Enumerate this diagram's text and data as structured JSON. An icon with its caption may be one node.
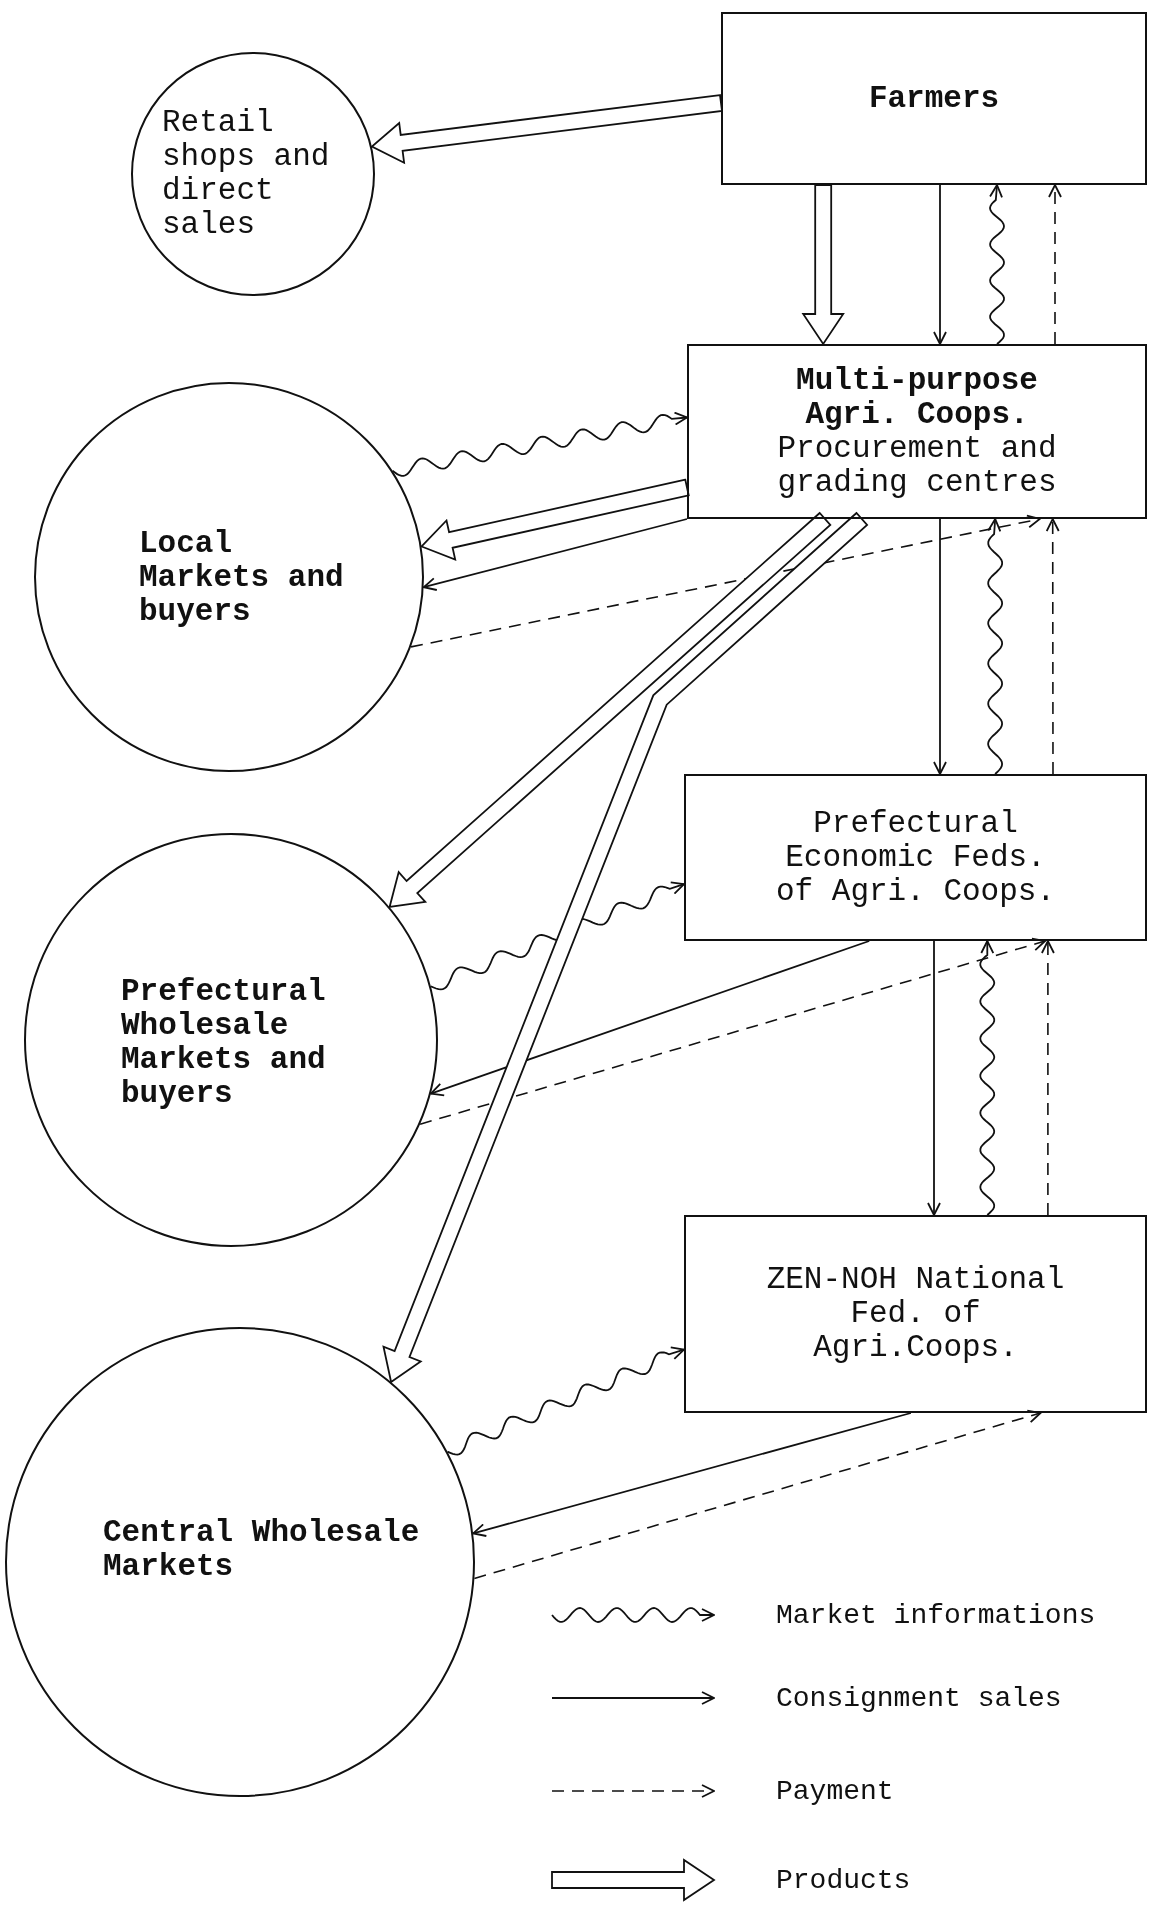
{
  "diagram": {
    "nodes": [
      {
        "text": [
          "Farmers"
        ]
      },
      {
        "text": [
          "Retail shops and direct sales"
        ]
      },
      {
        "text": [
          "Multi-purpose Agri. Coops.",
          "Procurement and grading centres"
        ]
      },
      {
        "text": [
          "Local Markets and buyers"
        ]
      },
      {
        "text": [
          "Prefectural Economic Feds. of Agri. Coops."
        ]
      },
      {
        "text": [
          "Prefectural Wholesale Markets and buyers"
        ]
      },
      {
        "text": [
          "ZEN-NOH National Fed. of Agri.Coops."
        ]
      },
      {
        "text": [
          "Central Wholesale Markets"
        ]
      }
    ],
    "edges": [
      {
        "from": 0,
        "to": 1,
        "arrow": "to",
        "style": "thick"
      },
      {
        "from": 0,
        "to": 2,
        "arrow": "to",
        "style": "thick"
      },
      {
        "from": 0,
        "to": 2,
        "arrow": "to"
      },
      {
        "from": 2,
        "to": 0,
        "arrow": "to"
      },
      {
        "from": 2,
        "to": 0,
        "arrow": "to",
        "style": "dashed"
      },
      {
        "from": 3,
        "to": 2,
        "arrow": "to"
      },
      {
        "from": 2,
        "to": 3,
        "arrow": "to",
        "style": "thick"
      },
      {
        "from": 2,
        "to": 3,
        "arrow": "to"
      },
      {
        "from": 3,
        "to": 2,
        "arrow": "to",
        "style": "dashed"
      },
      {
        "from": 2,
        "to": 5,
        "arrow": "to",
        "style": "thick"
      },
      {
        "from": 2,
        "to": 7,
        "arrow": "to",
        "style": "thick"
      },
      {
        "from": 2,
        "to": 4,
        "arrow": "to"
      },
      {
        "from": 4,
        "to": 2,
        "arrow": "to"
      },
      {
        "from": 4,
        "to": 2,
        "arrow": "to",
        "style": "dashed"
      },
      {
        "from": 5,
        "to": 4,
        "arrow": "to"
      },
      {
        "from": 4,
        "to": 5,
        "arrow": "to"
      },
      {
        "from": 5,
        "to": 4,
        "arrow": "to",
        "style": "dashed"
      },
      {
        "from": 4,
        "to": 6,
        "arrow": "to"
      },
      {
        "from": 6,
        "to": 4,
        "arrow": "to"
      },
      {
        "from": 6,
        "to": 4,
        "arrow": "to",
        "style": "dashed"
      },
      {
        "from": 7,
        "to": 6,
        "arrow": "to"
      },
      {
        "from": 6,
        "to": 7,
        "arrow": "to"
      },
      {
        "from": 7,
        "to": 6,
        "arrow": "to",
        "style": "dashed"
      }
    ],
    "legend": [
      {
        "text": "Market informations"
      },
      {
        "text": "Consignment sales"
      },
      {
        "text": "Payment"
      },
      {
        "text": "Products"
      }
    ]
  }
}
